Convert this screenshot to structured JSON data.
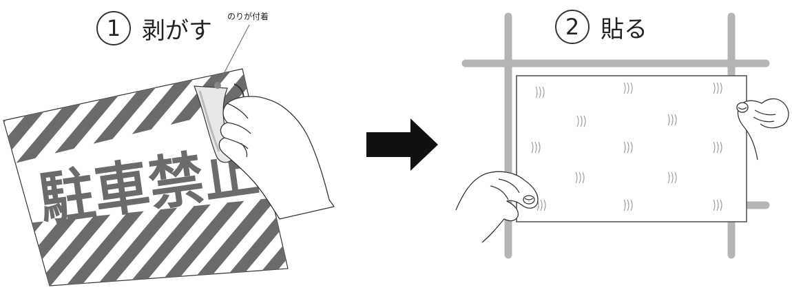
{
  "step1": {
    "number": "1",
    "label": "剥がす"
  },
  "step2": {
    "number": "2",
    "label": "貼る"
  },
  "glue_note": "のりが付着",
  "sign_text": "駐車禁止",
  "colors": {
    "line": "#333333",
    "stripe": "#6b6b6b",
    "sign_text": "#6b6b6b",
    "pole": "#b5b5b5",
    "arrow": "#111111"
  },
  "icons": [
    "arrow-right-icon",
    "hand-icon",
    "film-texture-icon"
  ]
}
